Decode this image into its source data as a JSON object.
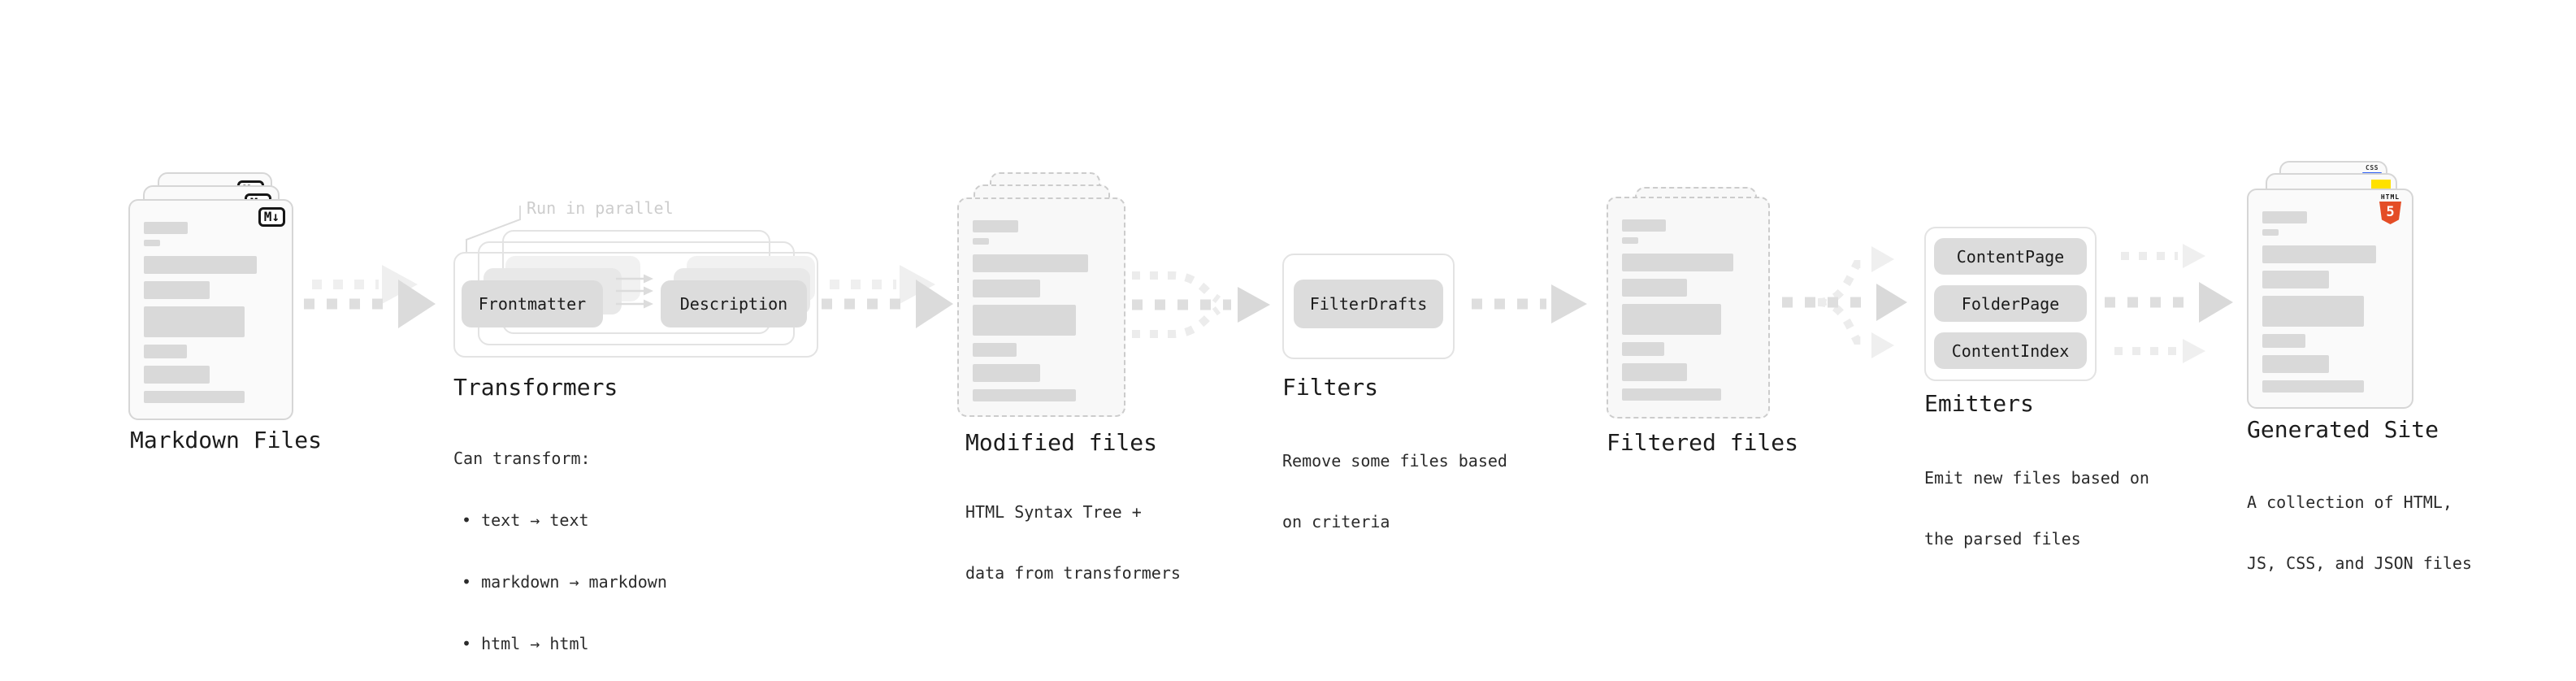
{
  "annotation": {
    "run_in_parallel": "Run in parallel"
  },
  "markdown": {
    "label": "Markdown Files",
    "badge": "M↓"
  },
  "transformers": {
    "label": "Transformers",
    "desc": "Can transform:",
    "bullets": [
      "• text → text",
      "• markdown → markdown",
      "• html → html"
    ],
    "box1": "Frontmatter",
    "box2": "Description"
  },
  "modified": {
    "label": "Modified files",
    "desc1": "HTML Syntax Tree +",
    "desc2": "data from transformers"
  },
  "filters": {
    "label": "Filters",
    "box": "FilterDrafts",
    "desc1": "Remove some files based",
    "desc2": "on criteria"
  },
  "filtered": {
    "label": "Filtered files"
  },
  "emitters": {
    "label": "Emitters",
    "boxes": [
      "ContentPage",
      "FolderPage",
      "ContentIndex"
    ],
    "desc1": "Emit new files based on",
    "desc2": "the parsed files"
  },
  "generated": {
    "label": "Generated Site",
    "desc1": "A collection of HTML,",
    "desc2": "JS, CSS, and JSON files",
    "badges": {
      "css": "CSS",
      "html_word": "HTML",
      "html_five": "5"
    }
  },
  "colors": {
    "html5_orange": "#e44d26",
    "js_yellow": "#ffe100",
    "css_blue": "#2b5df5",
    "chip_gray": "#dcdcdc",
    "bar_gray": "#d9d9d9"
  }
}
